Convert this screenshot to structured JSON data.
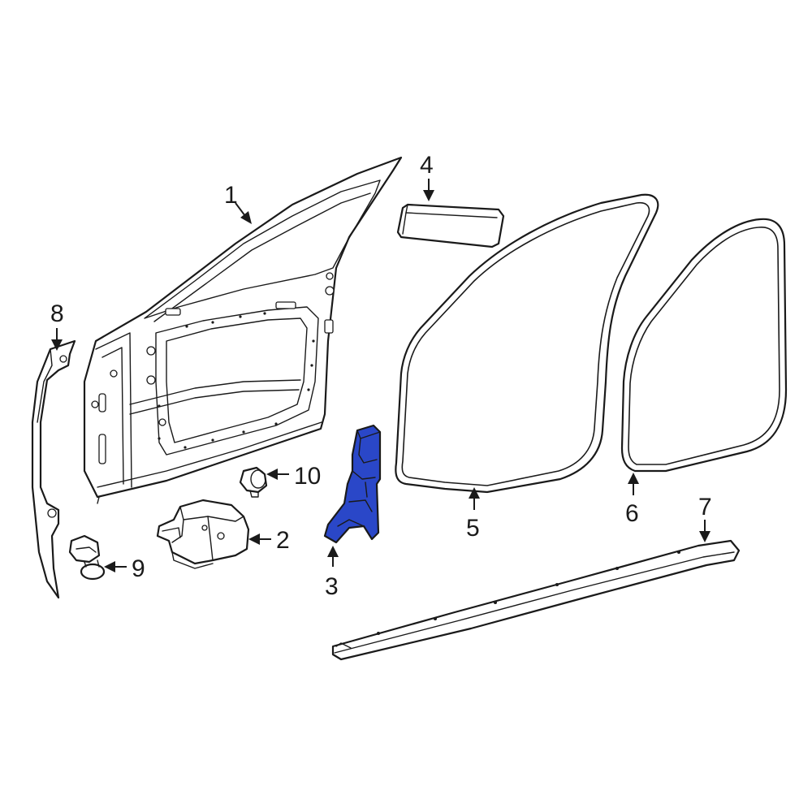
{
  "diagram": {
    "highlight_color": "#2a47c8",
    "line_color": "#1a1a1a",
    "background": "#ffffff",
    "callouts": [
      {
        "id": "1",
        "label": "1"
      },
      {
        "id": "2",
        "label": "2"
      },
      {
        "id": "3",
        "label": "3"
      },
      {
        "id": "4",
        "label": "4"
      },
      {
        "id": "5",
        "label": "5"
      },
      {
        "id": "6",
        "label": "6"
      },
      {
        "id": "7",
        "label": "7"
      },
      {
        "id": "8",
        "label": "8"
      },
      {
        "id": "9",
        "label": "9"
      },
      {
        "id": "10",
        "label": "10"
      }
    ],
    "highlighted_part": "3"
  }
}
